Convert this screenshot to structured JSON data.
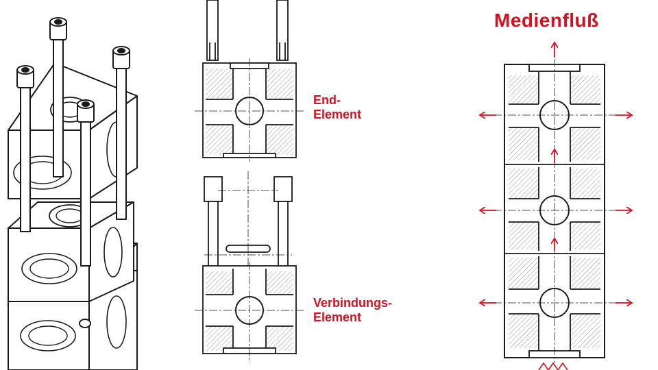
{
  "labels": {
    "end_element_line1": "End-",
    "end_element_line2": "Element",
    "connecting_element_line1": "Verbindungs-",
    "connecting_element_line2": "Element",
    "media_flow": "Medienfluß"
  },
  "colors": {
    "accent": "#d5101f",
    "line": "#1a1a1a",
    "hatch": "#9a9a9a",
    "background": "#ffffff"
  }
}
